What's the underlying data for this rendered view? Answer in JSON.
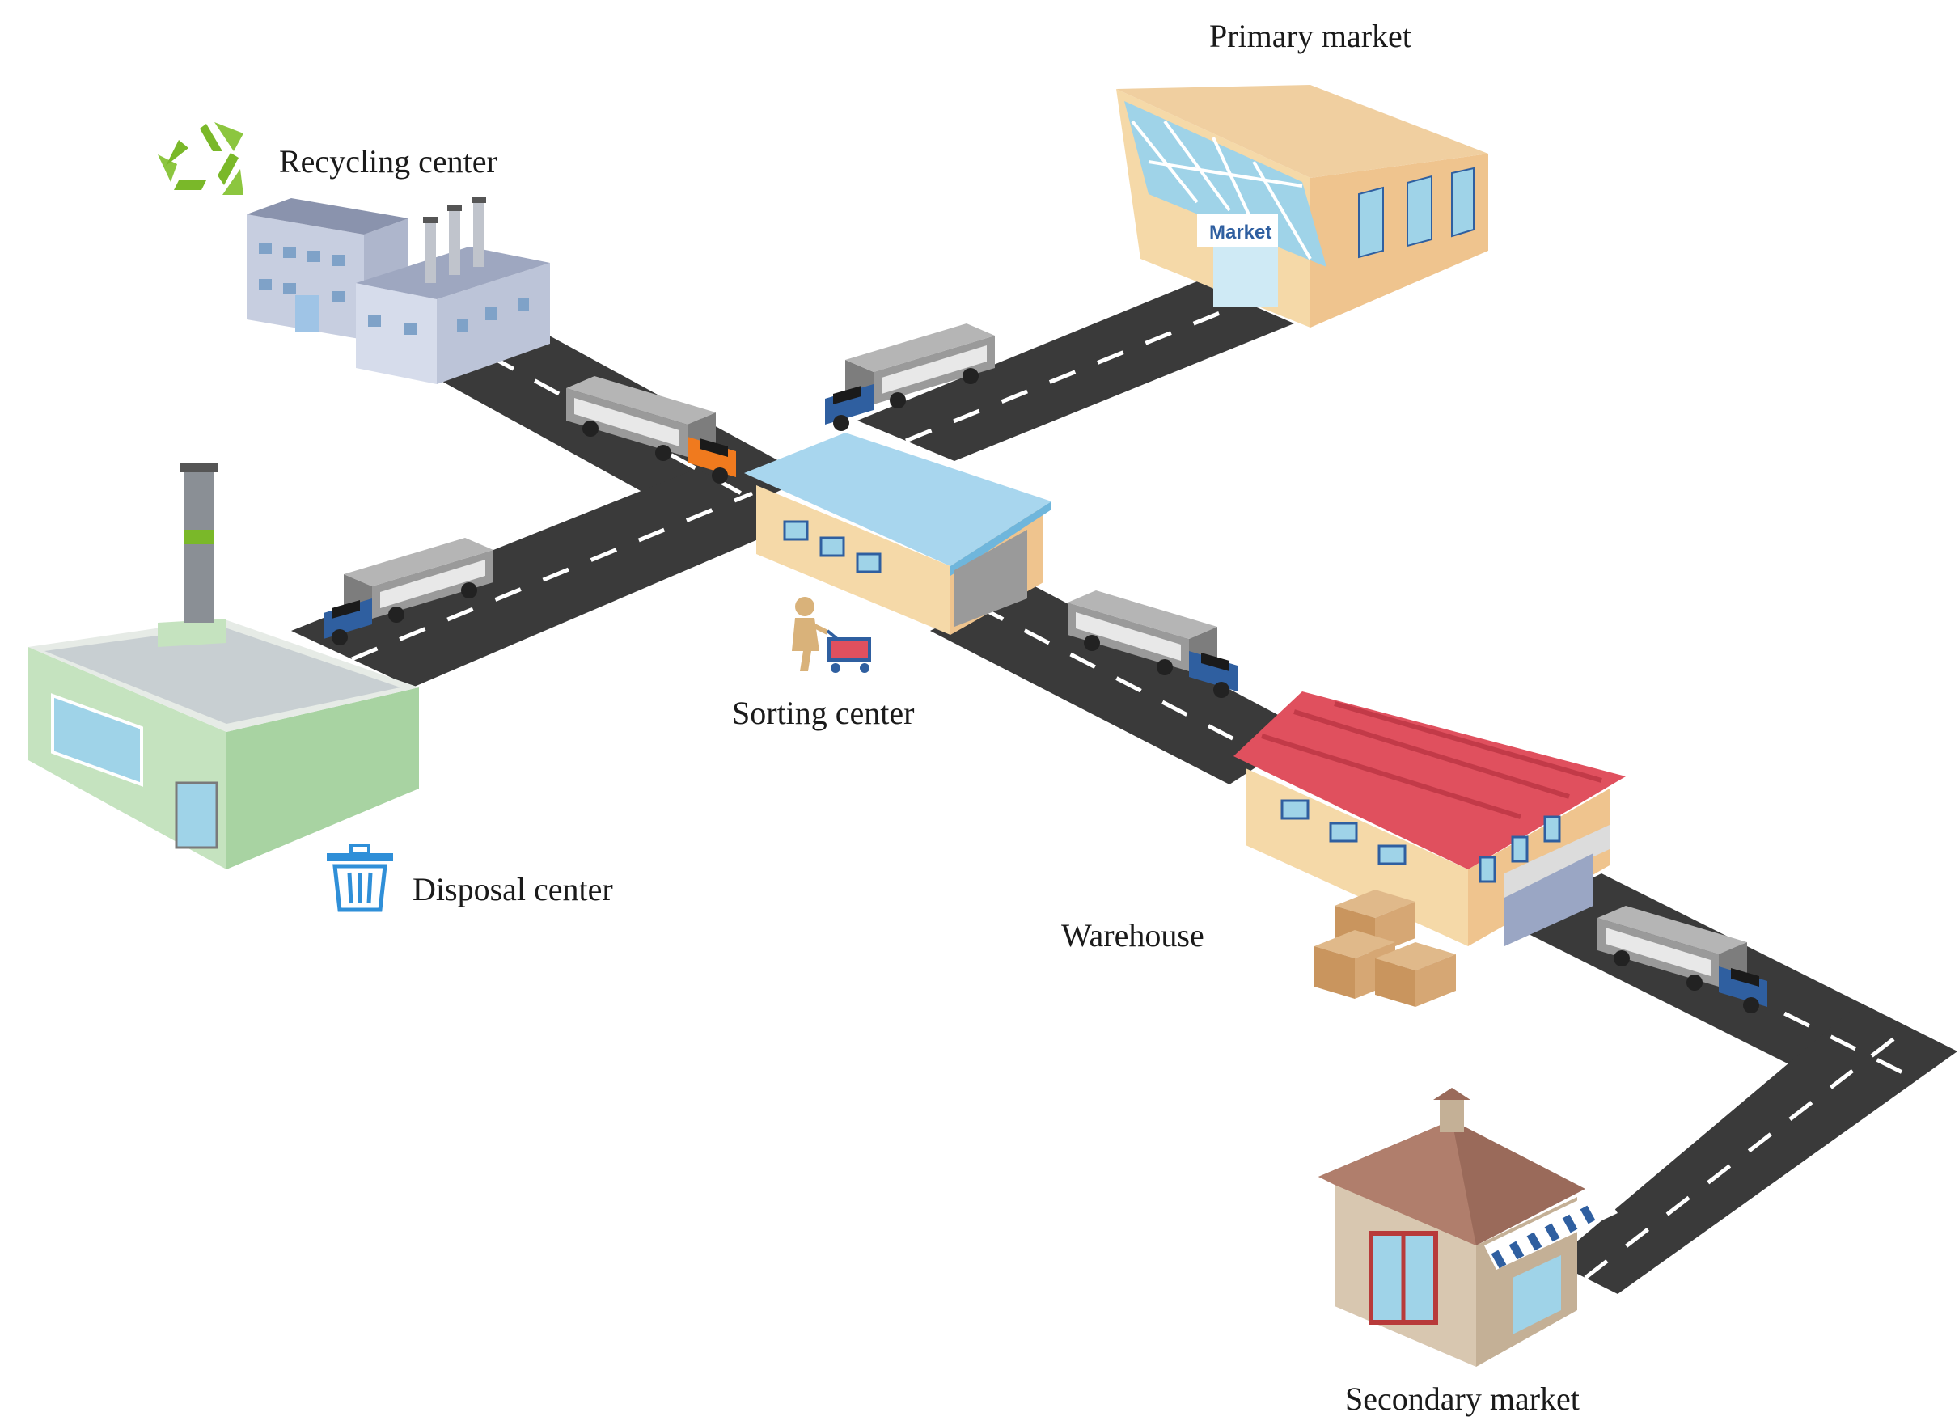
{
  "labels": {
    "primary_market": "Primary market",
    "recycling_center": "Recycling center",
    "sorting_center": "Sorting center",
    "disposal_center": "Disposal center",
    "warehouse": "Warehouse",
    "secondary_market": "Secondary market",
    "market_sign": "Market"
  },
  "icons": {
    "recycle": "recycle-icon",
    "trash": "trash-can-icon",
    "worker": "worker-with-cart-icon",
    "boxes": "cardboard-boxes-icon"
  },
  "colors": {
    "road": "#3a3a3a",
    "road_edge": "#5a5a5a",
    "lane": "#ffffff",
    "recycle_green": "#7ab829",
    "trash_blue": "#2f8fd8",
    "sorting_roof": "#a8d6ee",
    "building_beige": "#f5d9a8",
    "warehouse_roof": "#e0505e",
    "disposal_green": "#b7dcb2",
    "recycling_wall": "#d6dceb",
    "truck_gray": "#9a9a9a",
    "truck_blue": "#2f5fa0",
    "truck_orange": "#f07a1e",
    "secondary_wall": "#d8c7b0",
    "secondary_roof": "#9a6a5a"
  }
}
